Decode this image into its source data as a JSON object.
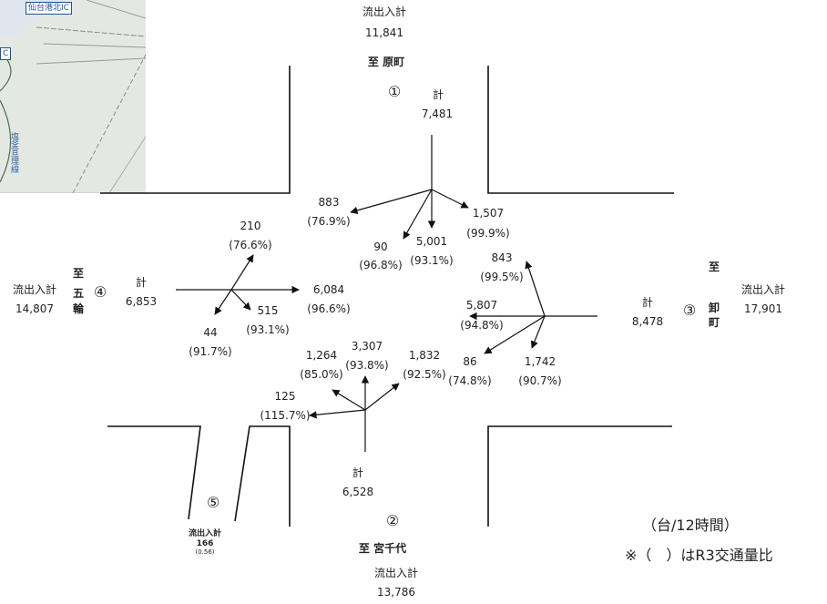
{
  "map_inset": {
    "ic_label": "仙台港北IC",
    "ic_short": "C",
    "road_text": "塩釜亘理線"
  },
  "legend": {
    "unit": "（台/12時間）",
    "note": "※（　）はR3交通量比"
  },
  "out_in_label": "流出入計",
  "sum_label": "計",
  "approaches": {
    "north": {
      "num": "①",
      "dest": "至 原町",
      "total": "11,841",
      "sum": "7,481"
    },
    "south": {
      "num": "②",
      "dest": "至 宮千代",
      "total": "13,786",
      "sum": "6,528"
    },
    "east": {
      "num": "③",
      "dest_to": "至",
      "dest_1": "卸",
      "dest_2": "町",
      "total": "17,901",
      "sum": "8,478"
    },
    "west": {
      "num": "④",
      "dest_to": "至",
      "dest_1": "五",
      "dest_2": "輪",
      "total": "14,807",
      "sum": "6,853"
    },
    "southwest": {
      "num": "⑤",
      "total": "166",
      "ratio": "(0.56)"
    }
  },
  "movements": {
    "n_right": {
      "value": "883",
      "ratio": "(76.9%)"
    },
    "n_uturn": {
      "value": "90",
      "ratio": "(96.8%)"
    },
    "n_through": {
      "value": "5,001",
      "ratio": "(93.1%)"
    },
    "n_left": {
      "value": "1,507",
      "ratio": "(99.9%)"
    },
    "w_up": {
      "value": "210",
      "ratio": "(76.6%)"
    },
    "w_through": {
      "value": "6,084",
      "ratio": "(96.6%)"
    },
    "w_downright": {
      "value": "515",
      "ratio": "(93.1%)"
    },
    "w_downleft": {
      "value": "44",
      "ratio": "(91.7%)"
    },
    "e_up": {
      "value": "843",
      "ratio": "(99.5%)"
    },
    "e_through": {
      "value": "5,807",
      "ratio": "(94.8%)"
    },
    "e_downleft": {
      "value": "86",
      "ratio": "(74.8%)"
    },
    "e_down": {
      "value": "1,742",
      "ratio": "(90.7%)"
    },
    "s_left": {
      "value": "1,264",
      "ratio": "(85.0%)"
    },
    "s_through": {
      "value": "3,307",
      "ratio": "(93.8%)"
    },
    "s_right": {
      "value": "1,832",
      "ratio": "(92.5%)"
    },
    "s_sw": {
      "value": "125",
      "ratio": "(115.7%)"
    }
  }
}
